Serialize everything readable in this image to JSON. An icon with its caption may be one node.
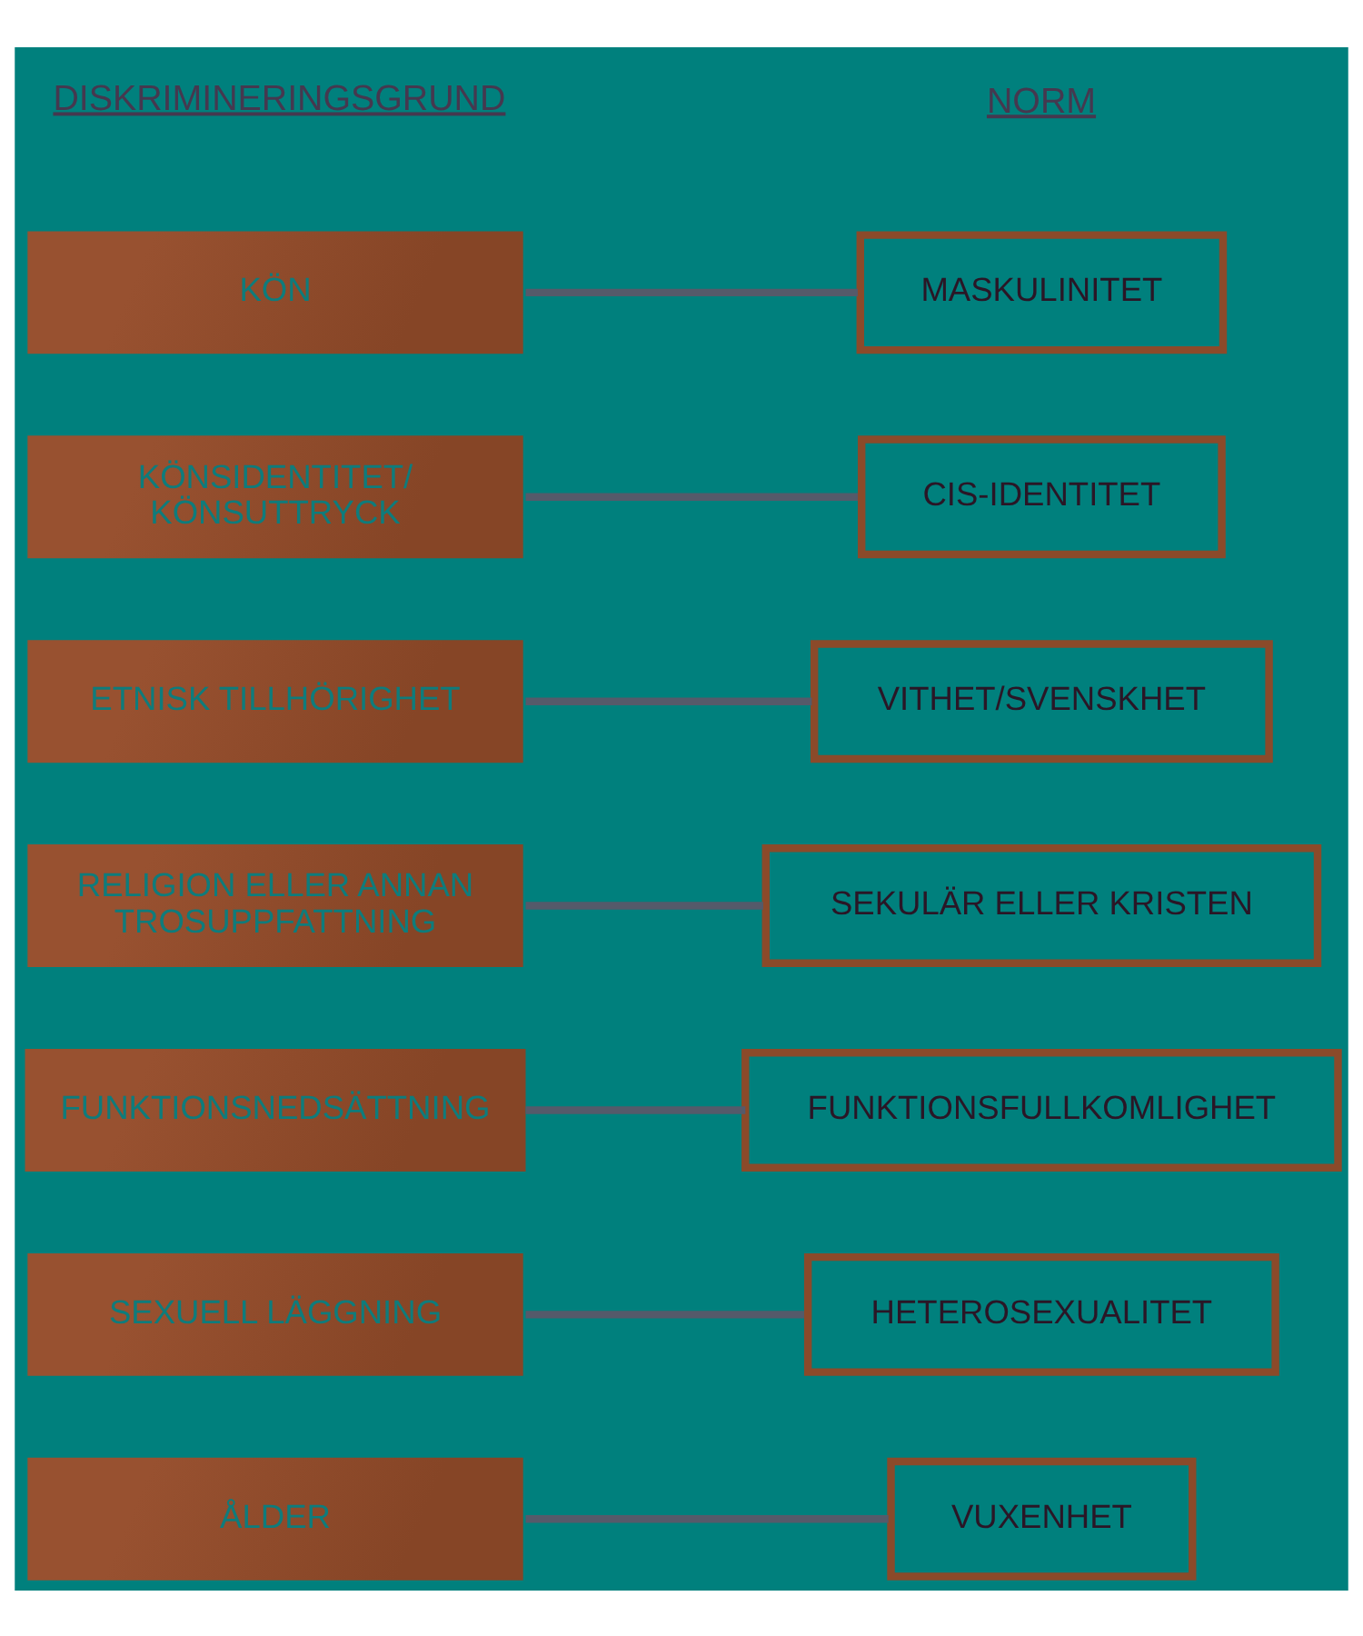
{
  "diagram": {
    "nodes": [
      {
        "text": [
          "KÖN"
        ]
      },
      {
        "text": [
          "MASKULINITET"
        ]
      },
      {
        "text": [
          "KÖNSIDENTITET/ KÖNSUTTRYCK"
        ]
      },
      {
        "text": [
          "CIS-IDENTITET"
        ]
      },
      {
        "text": [
          "ETNISK TILLHÖRIGHET"
        ]
      },
      {
        "text": [
          "VITHET/SVENSKHET"
        ]
      },
      {
        "text": [
          "RELIGION ELLER ANNAN TROSUPPFATTNING"
        ]
      },
      {
        "text": [
          "SEKULÄR ELLER KRISTEN"
        ]
      },
      {
        "text": [
          "FUNKTIONSNEDSÄTTNING"
        ]
      },
      {
        "text": [
          "FUNKTIONSFULLKOMLIGHET"
        ]
      },
      {
        "text": [
          "SEXUELL LÄGGNING"
        ]
      },
      {
        "text": [
          "HETEROSEXUALITET"
        ]
      },
      {
        "text": [
          "ÅLDER"
        ]
      },
      {
        "text": [
          "VUXENHET"
        ]
      }
    ],
    "edges": [
      {
        "from": 0,
        "to": 1,
        "arrow": "none"
      },
      {
        "from": 2,
        "to": 3,
        "arrow": "none"
      },
      {
        "from": 4,
        "to": 5,
        "arrow": "none"
      },
      {
        "from": 6,
        "to": 7,
        "arrow": "none"
      },
      {
        "from": 8,
        "to": 9,
        "arrow": "none"
      },
      {
        "from": 10,
        "to": 11,
        "arrow": "none"
      },
      {
        "from": 12,
        "to": 13,
        "arrow": "none"
      }
    ],
    "labels": [
      "DISKRIMINERINGSGRUND",
      "NORM"
    ]
  }
}
